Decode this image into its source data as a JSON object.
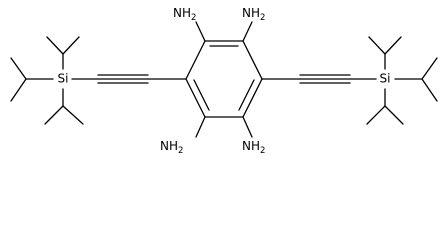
{
  "molecule": {
    "atoms": {
      "nh2_top_left": "NH",
      "nh2_top_right": "NH",
      "nh2_bottom_left": "NH",
      "nh2_bottom_right": "NH",
      "nh2_subscript": "2",
      "si_left": "Si",
      "si_right": "Si"
    }
  }
}
